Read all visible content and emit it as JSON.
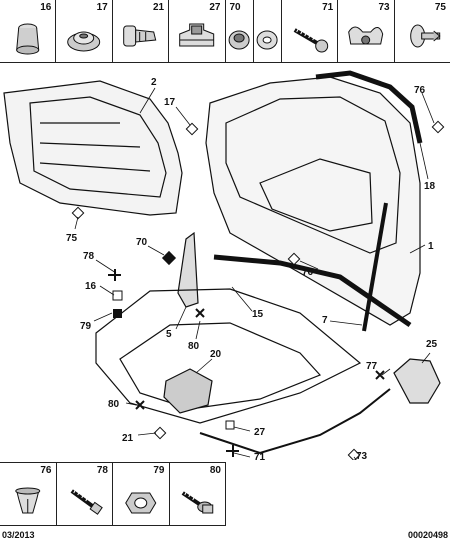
{
  "top_parts": [
    {
      "ref": "16",
      "icon": "grommet-icon"
    },
    {
      "ref": "17",
      "icon": "plug-icon"
    },
    {
      "ref": "21",
      "icon": "clip-icon"
    },
    {
      "ref": "27",
      "icon": "bracket-clip-icon"
    },
    {
      "ref": "70",
      "icon": "pad-icon"
    },
    {
      "ref": "70_alt",
      "label": "70"
    },
    {
      "ref": "71",
      "icon": "screw-icon"
    },
    {
      "ref": "73",
      "icon": "cable-clip-icon"
    },
    {
      "ref": "75",
      "icon": "push-rivet-icon"
    }
  ],
  "top_part_labels": {
    "p16": "16",
    "p17": "17",
    "p21": "21",
    "p27": "27",
    "p70": "70",
    "p71": "71",
    "p73": "73",
    "p75": "75"
  },
  "callouts": {
    "c1": "1",
    "c2": "2",
    "c5": "5",
    "c7": "7",
    "c15": "15",
    "c16": "16",
    "c17": "17",
    "c18": "18",
    "c20": "20",
    "c21": "21",
    "c25": "25",
    "c27": "27",
    "c70": "70",
    "c71": "71",
    "c73": "73",
    "c75": "75",
    "c76a": "76",
    "c76b": "76",
    "c77": "77",
    "c78": "78",
    "c79": "79",
    "c80a": "80",
    "c80b": "80"
  },
  "bottom_part_labels": {
    "p76": "76",
    "p78": "78",
    "p79": "79",
    "p80": "80"
  },
  "footer": {
    "date": "03/2013",
    "ref": "00020498"
  }
}
